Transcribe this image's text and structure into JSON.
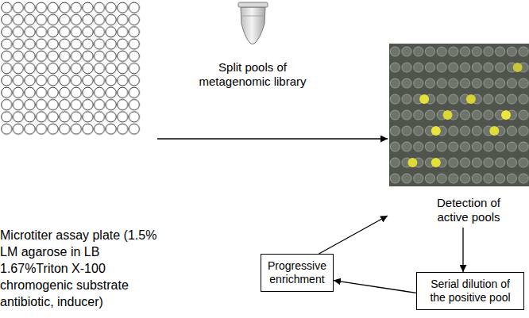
{
  "diagram": {
    "nodes": [
      {
        "text": [
          "Microtiter assay plate (1.5% LM agarose in LB 1.67%Triton X-100 chromogenic substrate antibiotic, inducer)"
        ]
      },
      {
        "text": [
          "Split pools of metagenomic library"
        ]
      },
      {
        "text": [
          "Detection of active pools"
        ]
      },
      {
        "text": [
          "Progressive enrichment"
        ]
      },
      {
        "text": [
          "Serial dilution of the positive pool"
        ]
      }
    ],
    "edges": [
      {
        "from": 0,
        "to": 2,
        "arrow": "to"
      },
      {
        "from": 2,
        "to": 4,
        "arrow": "to"
      },
      {
        "from": 4,
        "to": 3,
        "arrow": "to"
      },
      {
        "from": 3,
        "to": 2,
        "arrow": "to"
      }
    ]
  }
}
